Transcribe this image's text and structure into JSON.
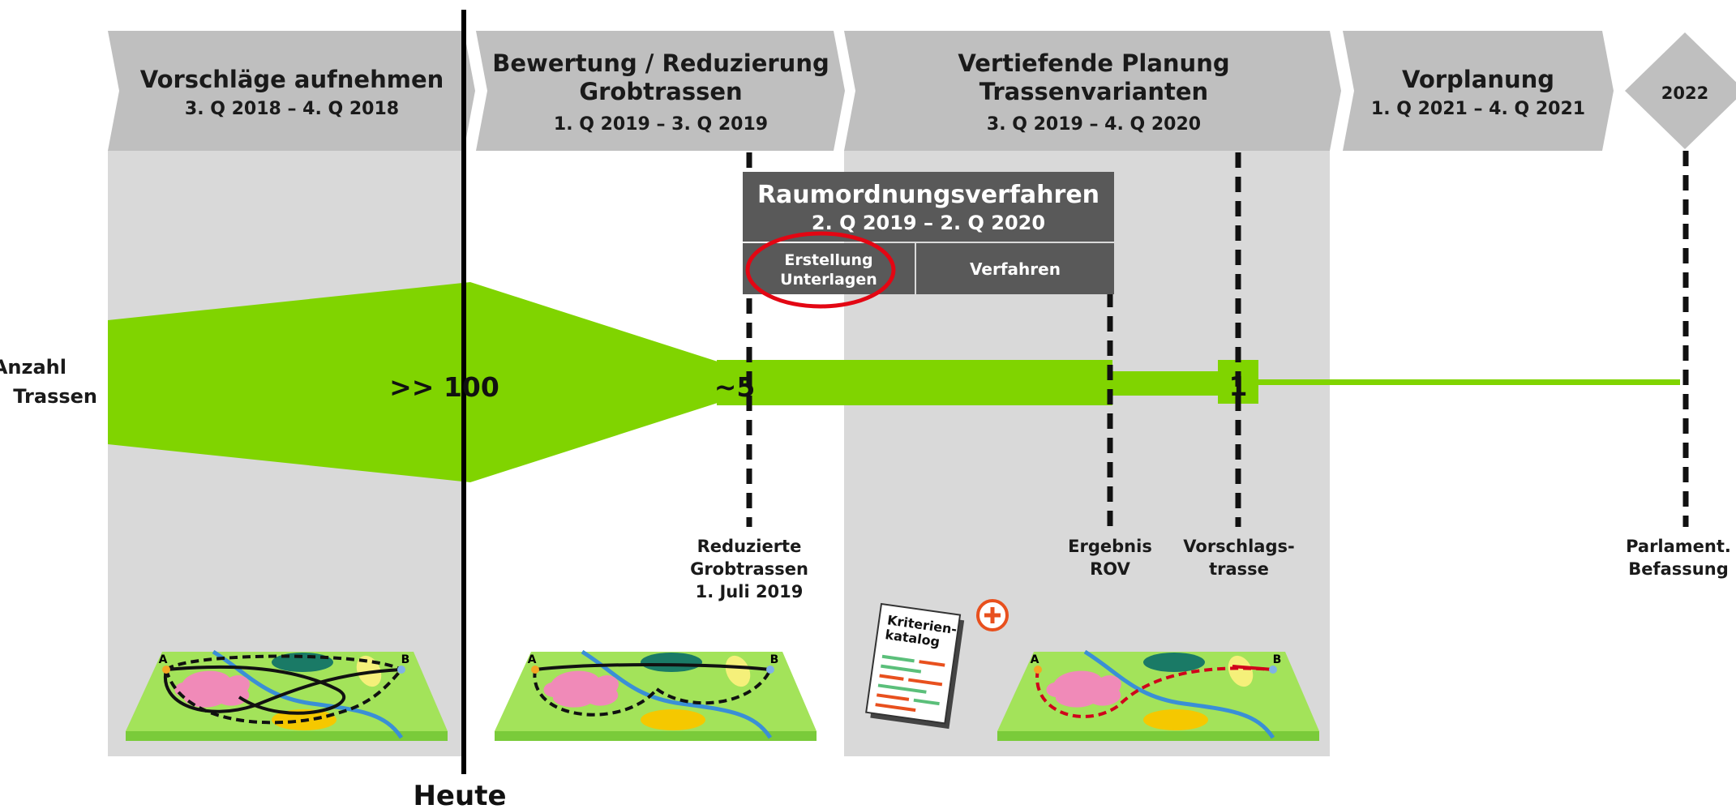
{
  "phases": [
    {
      "title": "Vorschläge aufnehmen",
      "title2": "",
      "dates": "3. Q 2018 – 4. Q 2018"
    },
    {
      "title": "Bewertung / Reduzierung",
      "title2": "Grobtrassen",
      "dates": "1. Q 2019 – 3. Q 2019"
    },
    {
      "title": "Vertiefende Planung",
      "title2": "Trassenvarianten",
      "dates": "3. Q 2019 – 4. Q 2020"
    },
    {
      "title": "Vorplanung",
      "title2": "",
      "dates": "1. Q 2021 – 4. Q 2021"
    }
  ],
  "milestone_year": "2022",
  "row_label": {
    "line1": "Anzahl",
    "line2": "Trassen"
  },
  "counts": {
    "first": ">> 100",
    "second": "~5",
    "third": "1"
  },
  "today_label": "Heute",
  "rov": {
    "title": "Raumordnungsverfahren",
    "dates": "2. Q 2019 –  2. Q 2020",
    "sub_left_1": "Erstellung",
    "sub_left_2": "Unterlagen",
    "sub_right": "Verfahren"
  },
  "milestones": [
    {
      "l1": "Reduzierte",
      "l2": "Grobtrassen",
      "l3": "1. Juli 2019"
    },
    {
      "l1": "Ergebnis",
      "l2": "ROV",
      "l3": ""
    },
    {
      "l1": "Vorschlags-",
      "l2": "trasse",
      "l3": ""
    },
    {
      "l1": "Parlament.",
      "l2": "Befassung",
      "l3": ""
    }
  ],
  "catalog": {
    "l1": "Kriterien-",
    "l2": "katalog"
  },
  "map_endpoints": {
    "a": "A",
    "b": "B"
  },
  "colors": {
    "arrow": "#bfbfbf",
    "panel": "#d9d9d9",
    "green": "#80d400",
    "dark_box": "#595959",
    "highlight_ring": "#e30613",
    "map_ground": "#a3e35a",
    "lake_pink": "#f08ab8",
    "lake_yellow": "#f5c800",
    "lake_teal": "#1a7a66",
    "river": "#3a8fd6",
    "catalog_green": "#5bbf7a",
    "catalog_orange": "#e8501e"
  }
}
